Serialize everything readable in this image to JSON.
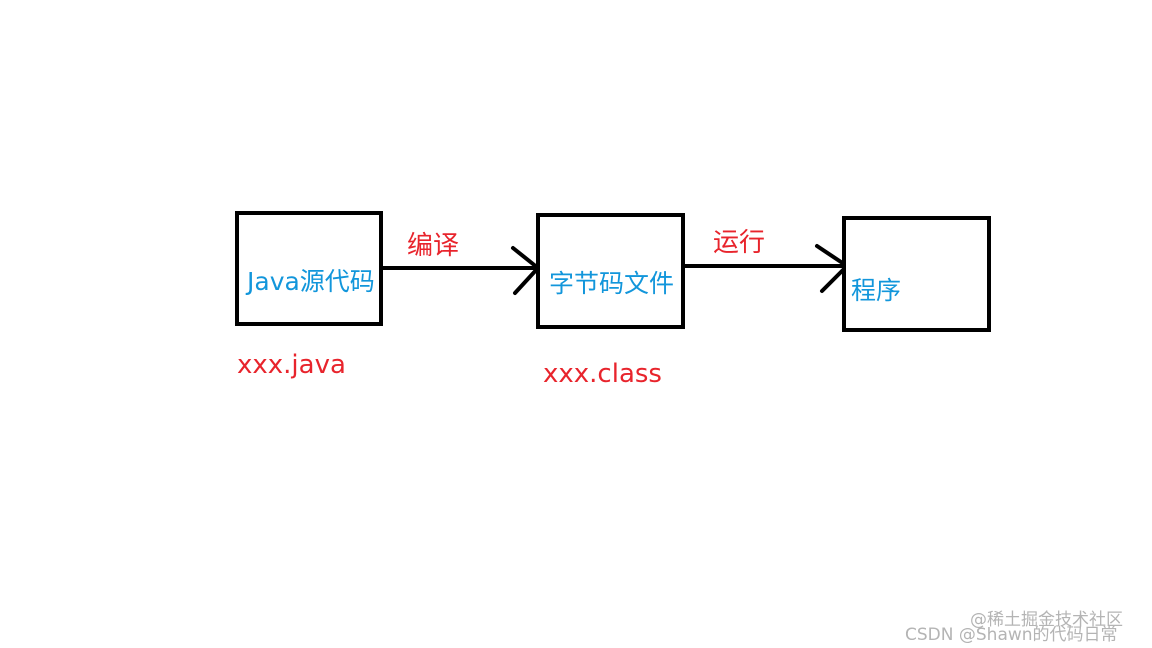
{
  "colors": {
    "node_text": "#1296db",
    "annotation_text": "#e8242c",
    "outline": "#000000",
    "watermark": "#b4b4b4"
  },
  "nodes": [
    {
      "id": "source",
      "label": "Java源代码"
    },
    {
      "id": "bytecode",
      "label": "字节码文件"
    },
    {
      "id": "program",
      "label": "程序"
    }
  ],
  "edges": [
    {
      "from": "source",
      "to": "bytecode",
      "label": "编译"
    },
    {
      "from": "bytecode",
      "to": "program",
      "label": "运行"
    }
  ],
  "file_labels": {
    "source": "xxx.java",
    "bytecode": "xxx.class"
  },
  "watermark": {
    "line1": "@稀土掘金技术社区",
    "line2": "CSDN @Shawn的代码日常"
  }
}
